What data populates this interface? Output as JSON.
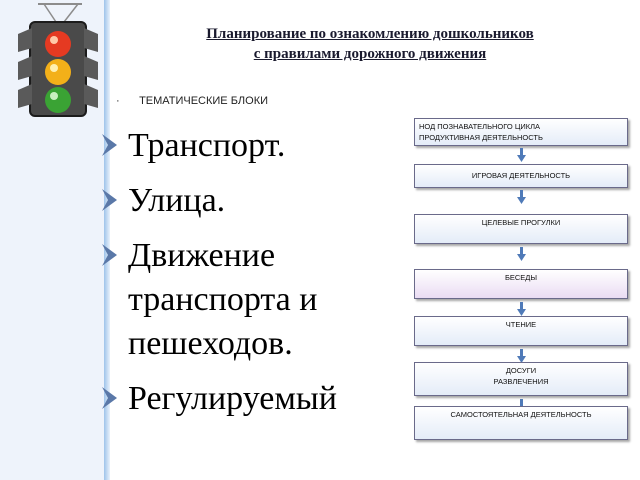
{
  "title": {
    "line1": "Планирование  по ознакомлению дошкольников",
    "line2": "с правилами дорожного движения"
  },
  "subtitle": "ТЕМАТИЧЕСКИЕ  БЛОКИ",
  "topics": [
    "Транспорт.",
    "Улица.",
    "Движение транспорта и пешеходов.",
    "Регулируемый"
  ],
  "activities": [
    {
      "line1": "НОД ПОЗНАВАТЕЛЬНОГО ЦИКЛА",
      "line2": "ПРОДУКТИВНАЯ ДЕЯТЕЛЬНОСТЬ"
    },
    {
      "line1": "ИГРОВАЯ ДЕЯТЕЛЬНОСТЬ",
      "line2": ""
    },
    {
      "line1": "ЦЕЛЕВЫЕ ПРОГУЛКИ",
      "line2": ""
    },
    {
      "line1": "БЕСЕДЫ",
      "line2": ""
    },
    {
      "line1": "ЧТЕНИЕ",
      "line2": ""
    },
    {
      "line1": "ДОСУГИ",
      "line2": "РАЗВЛЕЧЕНИЯ"
    },
    {
      "line1": "САМОСТОЯТЕЛЬНАЯ ДЕЯТЕЛЬНОСТЬ",
      "line2": ""
    }
  ],
  "colors": {
    "text": "#000000",
    "bullet": "#5a78a8",
    "arrow": "#4f7ab8",
    "box_border": "#6a6a8a"
  },
  "icons": {
    "traffic_light": "traffic-light-icon",
    "bullet": "arrowhead-bullet-icon",
    "flow_arrow": "arrow-down-icon"
  }
}
